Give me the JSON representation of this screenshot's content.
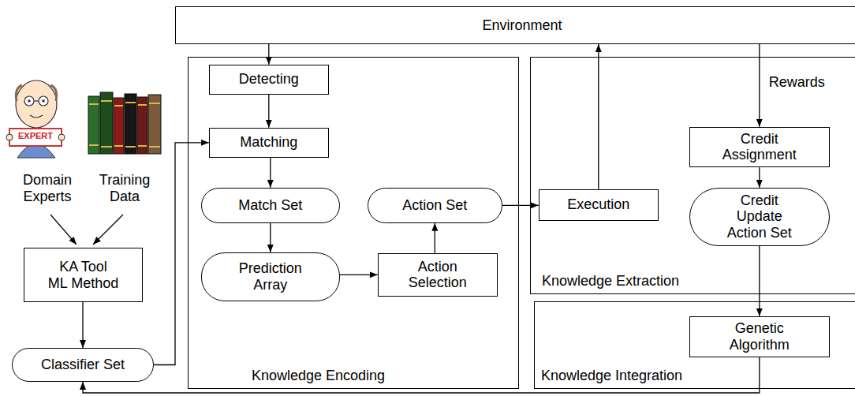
{
  "diagram": {
    "nodes": [
      {
        "text": [
          "Environment"
        ]
      },
      {
        "text": [
          "Knowledge Encoding"
        ]
      },
      {
        "text": [
          "Detecting"
        ],
        "in": 1
      },
      {
        "text": [
          "Matching"
        ],
        "in": 1
      },
      {
        "text": [
          "Match Set"
        ],
        "in": 1
      },
      {
        "text": [
          "Prediction Array"
        ],
        "in": 1
      },
      {
        "text": [
          "Action Selection"
        ],
        "in": 1
      },
      {
        "text": [
          "Action Set"
        ],
        "in": 1
      },
      {
        "text": [
          "Knowledge Extraction"
        ]
      },
      {
        "text": [
          "Execution"
        ],
        "in": 8
      },
      {
        "text": [
          "Credit Assignment"
        ],
        "in": 8
      },
      {
        "text": [
          "Credit Update Action Set"
        ],
        "in": 8
      },
      {
        "text": [
          "Knowledge Integration"
        ]
      },
      {
        "text": [
          "Genetic Algorithm"
        ],
        "in": 12
      },
      {
        "text": [
          "KA Tool ML Method"
        ]
      },
      {
        "text": [
          "Classifier Set"
        ]
      }
    ],
    "edges": [
      {
        "from": 0,
        "to": 2,
        "arrow": "to"
      },
      {
        "from": 2,
        "to": 3,
        "arrow": "to"
      },
      {
        "from": 15,
        "to": 3,
        "arrow": "to"
      },
      {
        "from": 3,
        "to": 4,
        "arrow": "to"
      },
      {
        "from": 4,
        "to": 5,
        "arrow": "to"
      },
      {
        "from": 5,
        "to": 6,
        "arrow": "to"
      },
      {
        "from": 6,
        "to": 7,
        "arrow": "to"
      },
      {
        "from": 7,
        "to": 9,
        "arrow": "to"
      },
      {
        "from": 9,
        "to": 0,
        "arrow": "to"
      },
      {
        "from": 0,
        "to": 10,
        "label": "Rewards",
        "arrow": "to"
      },
      {
        "from": 10,
        "to": 11,
        "arrow": "to"
      },
      {
        "from": 11,
        "to": 13,
        "arrow": "to"
      },
      {
        "from": 13,
        "to": 15,
        "arrow": "to"
      },
      {
        "from": 14,
        "to": 15,
        "arrow": "to"
      }
    ],
    "labels": [
      "EXPERT",
      "Domain Experts",
      "Training Data"
    ]
  }
}
